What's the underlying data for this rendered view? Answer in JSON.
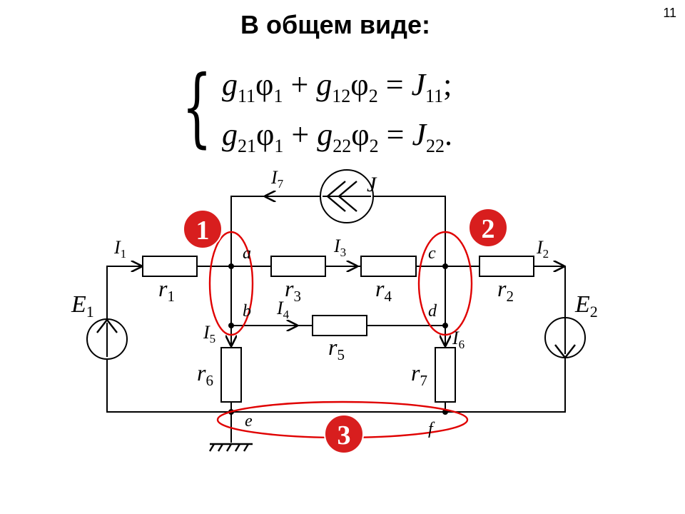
{
  "slide_number": "11",
  "title": "В общем виде:",
  "equations": [
    {
      "g_a": "g",
      "g_a_sub": "11",
      "phi_a": "φ",
      "phi_a_sub": "1",
      "plus": "+",
      "g_b": "g",
      "g_b_sub": "12",
      "phi_b": "φ",
      "phi_b_sub": "2",
      "eq": "=",
      "j": "J",
      "j_sub": "11",
      "end": ";"
    },
    {
      "g_a": "g",
      "g_a_sub": "21",
      "phi_a": "φ",
      "phi_a_sub": "1",
      "plus": "+",
      "g_b": "g",
      "g_b_sub": "22",
      "phi_b": "φ",
      "phi_b_sub": "2",
      "eq": "=",
      "j": "J",
      "j_sub": "22",
      "end": "."
    }
  ],
  "circuit": {
    "current_source": "J",
    "node_badges": [
      "1",
      "2",
      "3"
    ],
    "node_labels": {
      "a": "a",
      "b": "b",
      "c": "c",
      "d": "d",
      "e": "e",
      "f": "f"
    },
    "currents": [
      {
        "main": "I",
        "sub": "1"
      },
      {
        "main": "I",
        "sub": "2"
      },
      {
        "main": "I",
        "sub": "3"
      },
      {
        "main": "I",
        "sub": "4"
      },
      {
        "main": "I",
        "sub": "5"
      },
      {
        "main": "I",
        "sub": "6"
      },
      {
        "main": "I",
        "sub": "7"
      }
    ],
    "resistors": [
      {
        "main": "r",
        "sub": "1"
      },
      {
        "main": "r",
        "sub": "2"
      },
      {
        "main": "r",
        "sub": "3"
      },
      {
        "main": "r",
        "sub": "4"
      },
      {
        "main": "r",
        "sub": "5"
      },
      {
        "main": "r",
        "sub": "6"
      },
      {
        "main": "r",
        "sub": "7"
      }
    ],
    "emf": [
      {
        "main": "E",
        "sub": "1"
      },
      {
        "main": "E",
        "sub": "2"
      }
    ],
    "colors": {
      "wire": "#000000",
      "highlight": "#e00000",
      "badge": "#d81e1e",
      "badge_text": "#ffffff"
    }
  }
}
